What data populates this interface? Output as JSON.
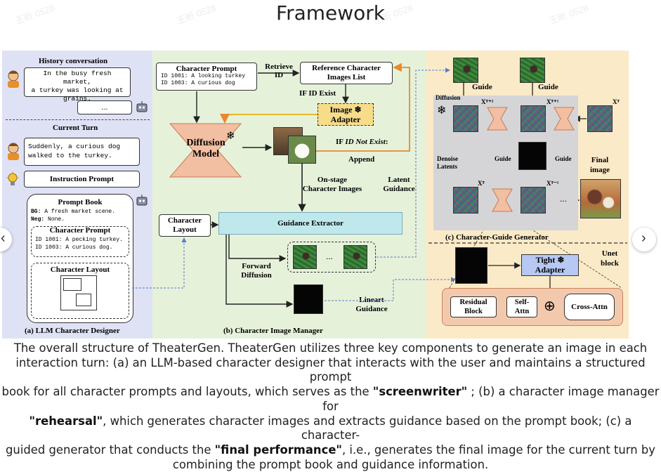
{
  "title": "Framework",
  "watermark": "王昕 0528",
  "panel_a": {
    "history_heading": "History conversation",
    "history_msg_lines": [
      "In the busy fresh market,",
      "a turkey was looking at",
      "grains."
    ],
    "history_ellipsis": "...",
    "current_heading": "Current Turn",
    "current_msg_lines": [
      "Suddenly, a curious dog",
      "walked to the turkey."
    ],
    "instruction_prompt": "Instruction Prompt",
    "prompt_book_title": "Prompt Book",
    "bg_label": "BG:",
    "bg_value": "A fresh market scene.",
    "neg_label": "Neg:",
    "neg_value": "None.",
    "character_prompt_title": "Character Prompt",
    "char_lines": [
      "ID 1001: A pecking turkey.",
      "ID 1003: A curious dog."
    ],
    "character_layout_title": "Character Layout",
    "caption": "(a) LLM Character Designer"
  },
  "panel_b": {
    "character_prompt_title": "Character Prompt",
    "char_lines": [
      "ID 1001: A looking turkey",
      "ID 1003: A curious dog"
    ],
    "retrieve_id": [
      "Retrieve",
      "ID"
    ],
    "ref_list": [
      "Reference Character",
      "Images List"
    ],
    "if_id_exist": "IF ID Exist",
    "image_adapter": [
      "Image",
      "Adapter"
    ],
    "diffusion_model": [
      "Diffusion",
      "Model"
    ],
    "if_id_not_exist_prefix": "IF ",
    "if_id_not_exist_italic": "ID Not Exist",
    "if_id_not_exist_suffix": ":",
    "append": "Append",
    "on_stage": [
      "On-stage",
      "Character Images"
    ],
    "latent_guidance": [
      "Latent",
      "Guidance"
    ],
    "character_layout": [
      "Character",
      "Layout"
    ],
    "guidance_extractor": "Guidance Extractor",
    "ellipsis": "...",
    "forward_diffusion": [
      "Forward",
      "Diffusion"
    ],
    "lineart_guidance": [
      "Lineart",
      "Guidance"
    ],
    "caption": "(b) Character Image Manager"
  },
  "panel_c": {
    "guide_top_1": "Guide",
    "guide_top_2": "Guide",
    "diffusion": "Diffusion",
    "xt2": "Xᵀ⁺²",
    "xt1": "Xᵀ⁺¹",
    "xt": "Xᵀ",
    "denoise_latents": [
      "Denoise",
      "Latents"
    ],
    "guide_mid_1": "Guide",
    "guide_mid_2": "Guide",
    "final_image": [
      "Final",
      "image"
    ],
    "xt_low": "Xᵀ",
    "xt1_low": "Xᵀ⁻¹",
    "dots": "...",
    "caption": "(c)  Character-Guide Generator",
    "tight_adapter": [
      "Tight",
      "Adapter"
    ],
    "unet_block": [
      "Unet",
      "block"
    ],
    "residual_block": [
      "Residual",
      "Block"
    ],
    "self_attn": [
      "Self-",
      "Attn"
    ],
    "oplus": "⊕",
    "cross_attn": "Cross-Attn"
  },
  "caption": {
    "p1": "The overall structure of TheaterGen. TheaterGen utilizes three key components to generate an image in each",
    "p2": "interaction turn: (a) an LLM-based character designer that interacts with the user and maintains a structured prompt",
    "p3a": "book for all character prompts and layouts, which serves as the ",
    "p3b": "\"screenwriter\"",
    "p3c": " ; (b) a character image manager for",
    "p4a": "\"rehearsal\"",
    "p4b": ", which generates character images and extracts guidance based on the prompt book; (c) a character-",
    "p5a": "guided generator that conducts the ",
    "p5b": "\"final performance\"",
    "p5c": ", i.e., generates the final image for the current turn by",
    "p6": "combining the prompt book and guidance information."
  },
  "nav": {
    "prev": "‹",
    "next": "›"
  },
  "colors": {
    "panel_a": "#dfe2f5",
    "panel_b": "#e6f1da",
    "panel_c": "#fbeac7",
    "adapter": "#f7dc8a",
    "guidance_extractor": "#bfe8ec",
    "tight_adapter": "#b7c9f2",
    "diffusion_model": "#f2bfa2"
  }
}
